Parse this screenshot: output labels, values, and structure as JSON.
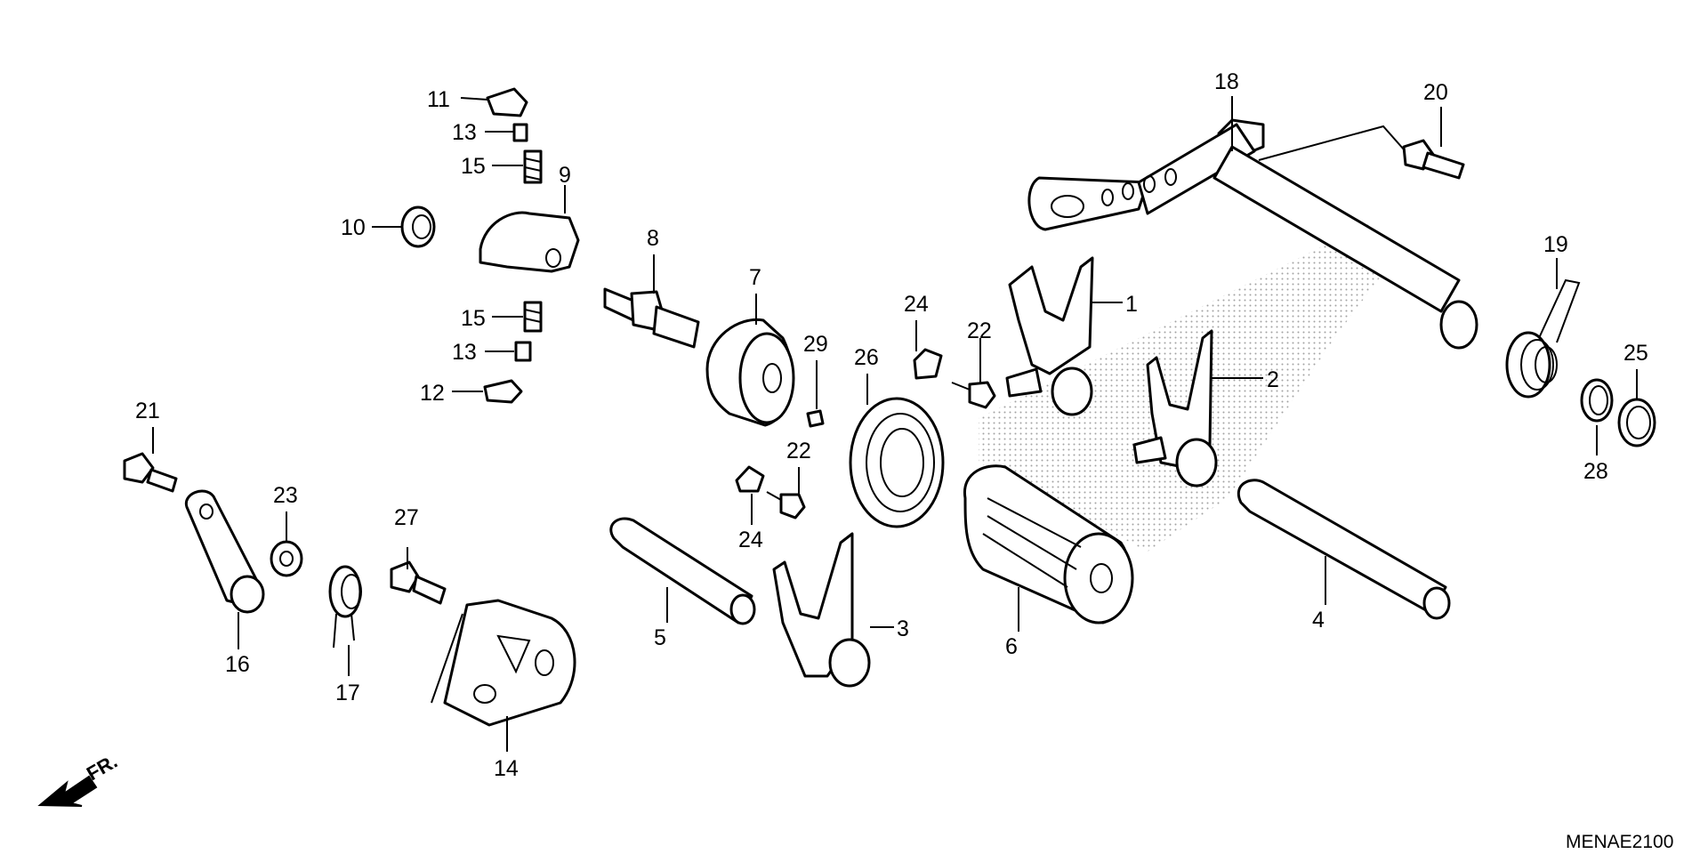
{
  "diagram_code": "MENAE2100",
  "front_marker": "FR.",
  "callouts": [
    {
      "id": "1",
      "label": "1"
    },
    {
      "id": "2",
      "label": "2"
    },
    {
      "id": "3",
      "label": "3"
    },
    {
      "id": "4",
      "label": "4"
    },
    {
      "id": "5",
      "label": "5"
    },
    {
      "id": "6",
      "label": "6"
    },
    {
      "id": "7",
      "label": "7"
    },
    {
      "id": "8",
      "label": "8"
    },
    {
      "id": "9",
      "label": "9"
    },
    {
      "id": "10",
      "label": "10"
    },
    {
      "id": "11",
      "label": "11"
    },
    {
      "id": "12",
      "label": "12"
    },
    {
      "id": "13a",
      "label": "13"
    },
    {
      "id": "13b",
      "label": "13"
    },
    {
      "id": "14",
      "label": "14"
    },
    {
      "id": "15a",
      "label": "15"
    },
    {
      "id": "15b",
      "label": "15"
    },
    {
      "id": "16",
      "label": "16"
    },
    {
      "id": "17",
      "label": "17"
    },
    {
      "id": "18",
      "label": "18"
    },
    {
      "id": "19",
      "label": "19"
    },
    {
      "id": "20",
      "label": "20"
    },
    {
      "id": "21",
      "label": "21"
    },
    {
      "id": "22a",
      "label": "22"
    },
    {
      "id": "22b",
      "label": "22"
    },
    {
      "id": "23",
      "label": "23"
    },
    {
      "id": "24a",
      "label": "24"
    },
    {
      "id": "24b",
      "label": "24"
    },
    {
      "id": "25",
      "label": "25"
    },
    {
      "id": "26",
      "label": "26"
    },
    {
      "id": "27",
      "label": "27"
    },
    {
      "id": "28",
      "label": "28"
    },
    {
      "id": "29",
      "label": "29"
    }
  ]
}
